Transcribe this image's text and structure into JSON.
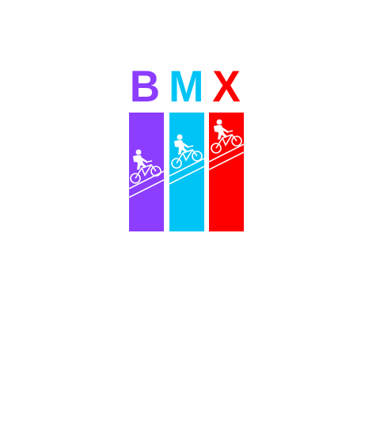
{
  "logo": {
    "letters": [
      {
        "char": "B",
        "color": "#8c3dff"
      },
      {
        "char": "M",
        "color": "#00c4f5"
      },
      {
        "char": "X",
        "color": "#ff0000"
      }
    ],
    "stripes": [
      {
        "color": "#8c3dff",
        "icon": "cyclist-icon"
      },
      {
        "color": "#00c4f5",
        "icon": "cyclist-icon"
      },
      {
        "color": "#ff0000",
        "icon": "cyclist-icon"
      }
    ]
  }
}
